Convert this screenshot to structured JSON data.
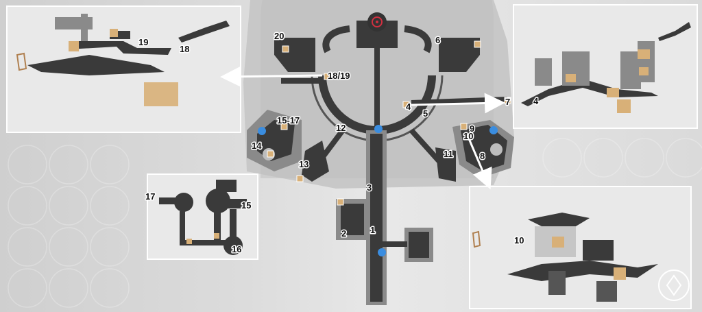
{
  "map": {
    "labels": {
      "l1": "1",
      "l2": "2",
      "l3": "3",
      "l4a": "4",
      "l4b": "4",
      "l5": "5",
      "l6": "6",
      "l7": "7",
      "l8": "8",
      "l9": "9",
      "l10a": "10",
      "l10b": "10",
      "l11": "11",
      "l12": "12",
      "l13": "13",
      "l14": "14",
      "l15_17": "15-17",
      "l15": "15",
      "l16": "16",
      "l17": "17",
      "l18a": "18/19",
      "l18b": "18",
      "l19": "19",
      "l20": "20"
    },
    "colors": {
      "background": "#d9d9d9",
      "walkway": "#3a3a3a",
      "platform": "#8a8a8a",
      "panel": "#e9e9e9",
      "panel_border": "#ffffff",
      "chest": "#d8b078",
      "teleport": "#3a8de0",
      "target": "#d03040"
    },
    "icons": [
      "chest-icon",
      "teleport-anchor-icon",
      "target-marker-icon",
      "arrow-icon",
      "compass-icon"
    ],
    "insets": [
      "inset-top-left-18-19",
      "inset-top-right-4-7",
      "inset-left-15-17",
      "inset-bottom-right-10"
    ]
  }
}
